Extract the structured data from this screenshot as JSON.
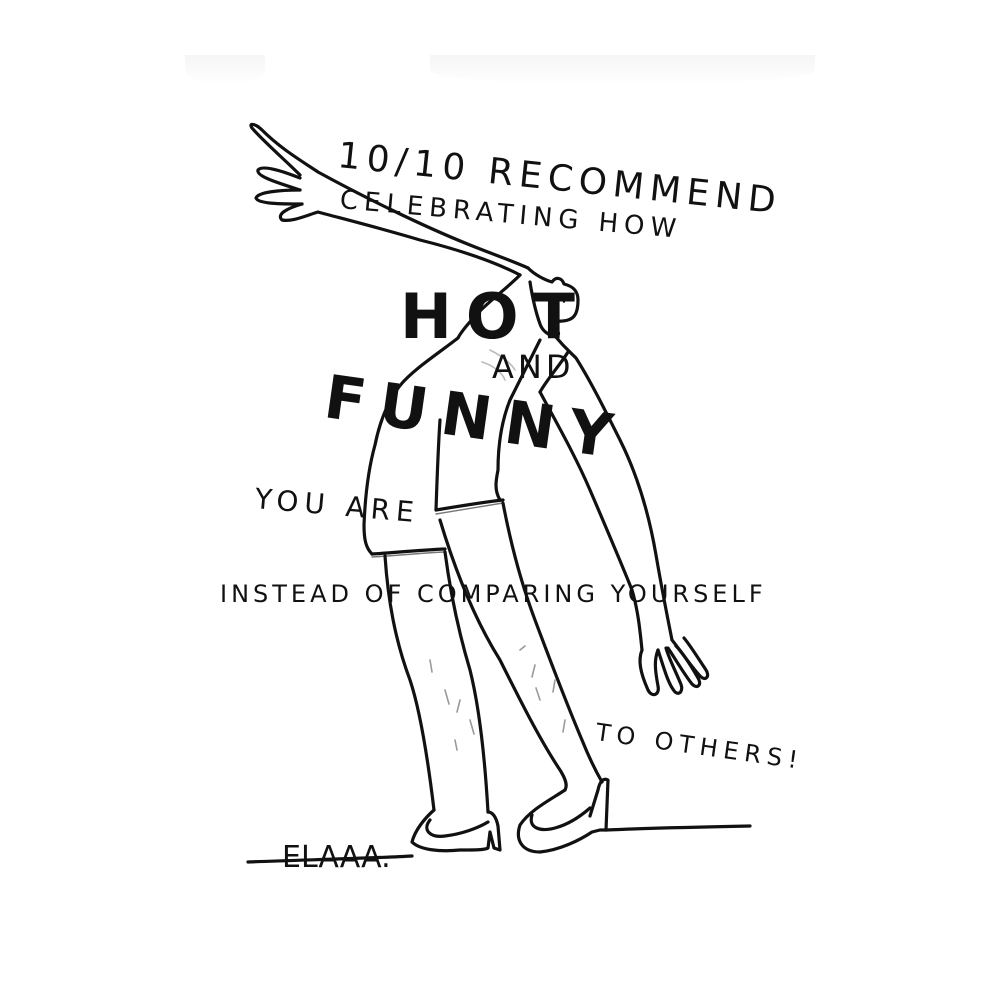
{
  "poster": {
    "lines": {
      "line1": "10/10 RECOMMEND",
      "line2": "CELEBRATING HOW",
      "hot": "HOT",
      "and": "AND",
      "funny": "FUNNY",
      "you_are": "YOU ARE",
      "instead": "INSTEAD OF COMPARING YOURSELF",
      "to_others": "TO OTHERS!"
    },
    "signature": "ELAAA.",
    "colors": {
      "ink": "#111111",
      "background": "#ffffff",
      "hatching": "#9a9a9a"
    }
  }
}
